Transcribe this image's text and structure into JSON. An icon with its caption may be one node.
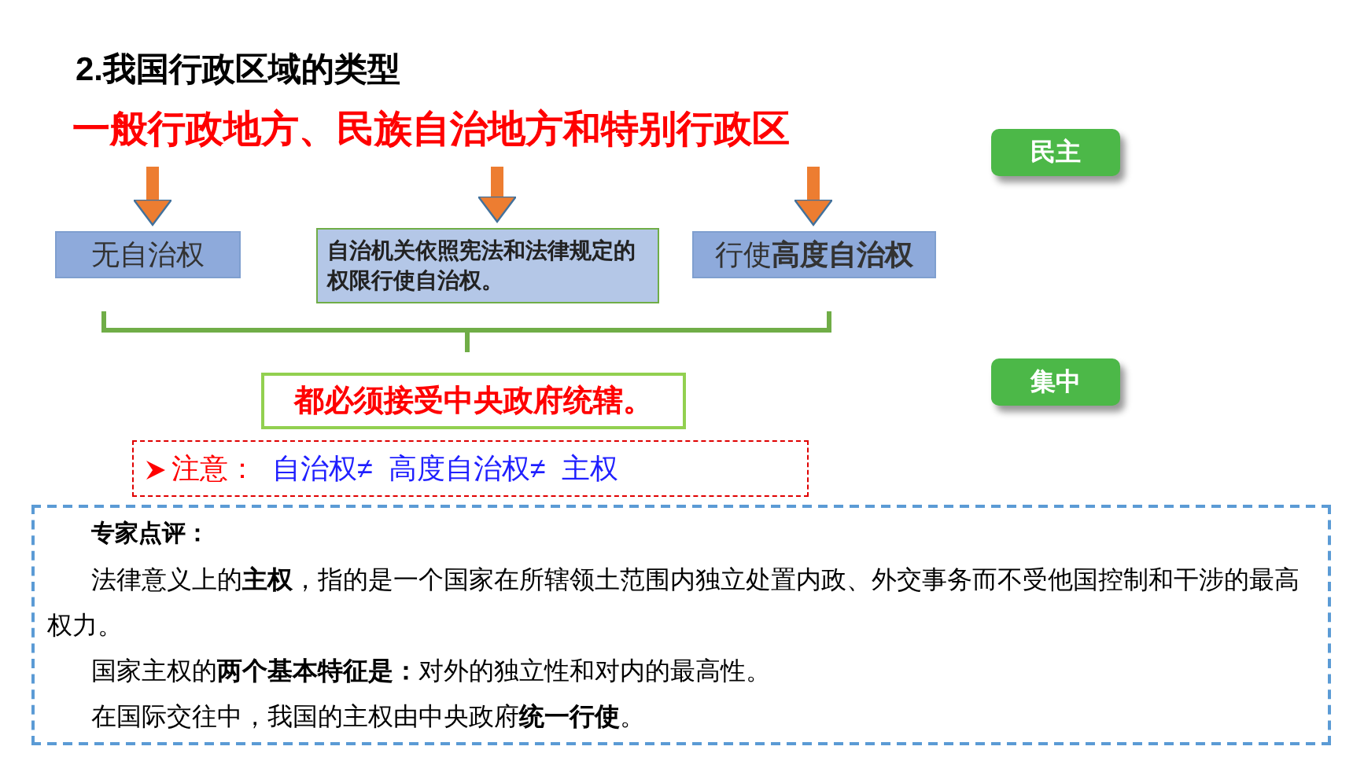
{
  "diagram": {
    "title": "2.我国行政区域的类型",
    "nodes": [
      {
        "text": [
          "一般行政地方、民族自治地方和特别行政区"
        ]
      },
      {
        "text": [
          "无自治权"
        ]
      },
      {
        "text": [
          "**自治机关**依照宪法和法律规定的权限行使**自治权。**"
        ]
      },
      {
        "text": [
          "行使**高度自治权**"
        ]
      },
      {
        "text": [
          "都必须接受中央政府统辖。"
        ]
      },
      {
        "text": [
          "民主"
        ]
      },
      {
        "text": [
          "集中"
        ]
      },
      {
        "text": [
          "注意：",
          "自治权≠",
          "高度自治权≠",
          "主权"
        ]
      },
      {
        "text": [
          "专家点评：",
          "法律意义上的**主权**，指的是一个国家在所辖领土范围内独立处置内政、外交事务而不受他国控制和干涉的最高权力。",
          "国家主权的**两个基本特征是：**对外的独立性和对内的最高性。",
          "在国际交往中，我国的主权由中央政府**统一行使**。"
        ]
      }
    ],
    "edges": [
      {
        "from": 0,
        "to": 1,
        "arrow": "to"
      },
      {
        "from": 0,
        "to": 2,
        "arrow": "to"
      },
      {
        "from": 0,
        "to": 3,
        "arrow": "to"
      }
    ]
  }
}
